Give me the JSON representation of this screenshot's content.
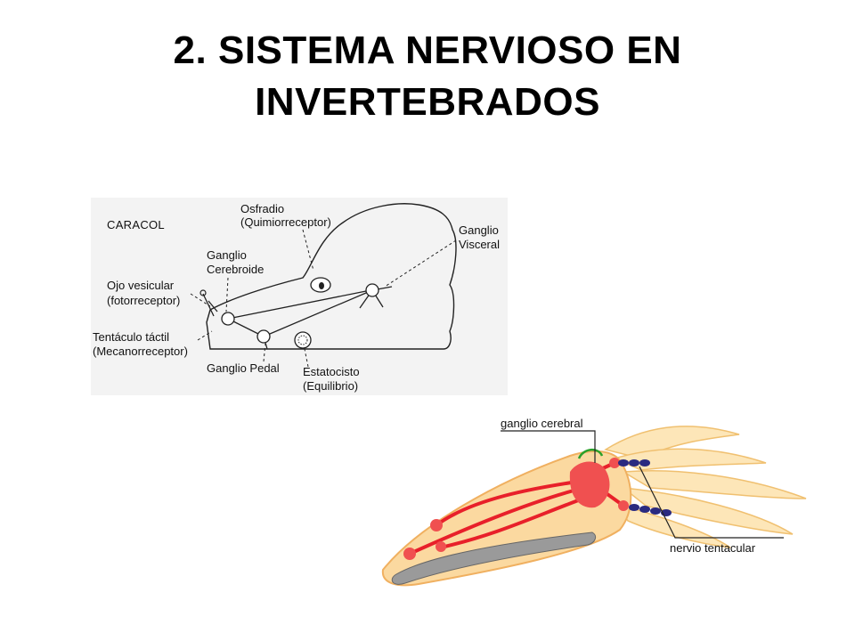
{
  "slide": {
    "title_line1": "2. SISTEMA NERVIOSO EN",
    "title_line2": "INVERTEBRADOS"
  },
  "snail_diagram": {
    "heading": "CARACOL",
    "labels": {
      "osfradio": "Osfradio",
      "osfradio_sub": "(Quimiorreceptor)",
      "ganglio_visceral_1": "Ganglio",
      "ganglio_visceral_2": "Visceral",
      "ganglio_cerebroide_1": "Ganglio",
      "ganglio_cerebroide_2": "Cerebroide",
      "ojo_vesicular": "Ojo vesicular",
      "ojo_vesicular_sub": "(fotorreceptor)",
      "tentaculo": "Tentáculo táctil",
      "tentaculo_sub": "(Mecanorreceptor)",
      "ganglio_pedal": "Ganglio Pedal",
      "estatocisto": "Estatocisto",
      "estatocisto_sub": "(Equilibrio)"
    }
  },
  "squid_diagram": {
    "labels": {
      "ganglio_cerebral": "ganglio cerebral",
      "nervio_tentacular": "nervio tentacular"
    },
    "colors": {
      "body": "#fbd9a0",
      "tentacles": "#fde6b8",
      "nerves": "#e8202a",
      "ganglia": "#f05050",
      "statocyst_ring": "#2aa02a",
      "tentacle_nerve_beads": "#2a2a80",
      "gland": "#9a9a9a"
    }
  }
}
